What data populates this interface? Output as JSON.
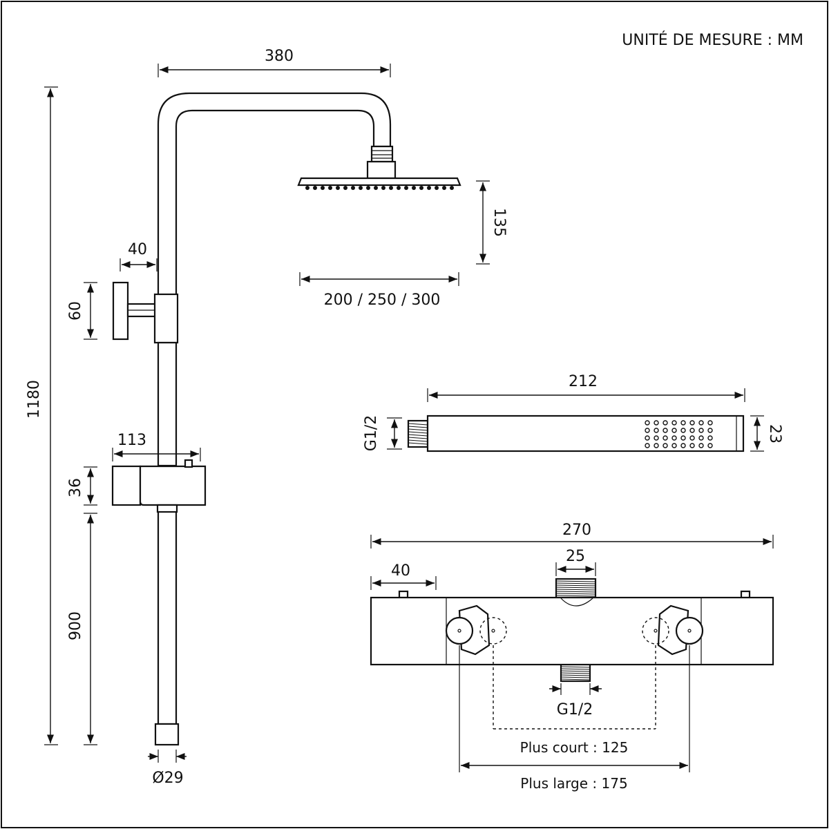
{
  "unit_note": "UNITÉ DE MESURE : MM",
  "column": {
    "height": "1180",
    "arm_reach": "380",
    "wall_bracket_offset": "40",
    "wall_bracket_height": "60",
    "holder_width": "113",
    "holder_height": "36",
    "slide_bar_height": "900",
    "pipe_diameter": "Ø29"
  },
  "head": {
    "height": "135",
    "diameters": "200 / 250 / 300"
  },
  "hand_shower": {
    "length": "212",
    "thread": "G1/2",
    "diameter": "23"
  },
  "mixer": {
    "width": "270",
    "end_cap": "40",
    "inlet": "25",
    "outlet_thread": "G1/2",
    "center_short": "Plus court : 125",
    "center_long": "Plus large : 175"
  }
}
